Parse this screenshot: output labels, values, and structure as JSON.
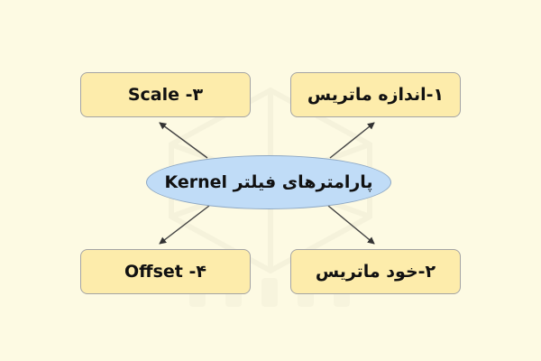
{
  "diagram": {
    "center_label": "پارامترهای فیلتر Kernel",
    "nodes": [
      {
        "id": "n1",
        "label": "۱-اندازه ماتریس"
      },
      {
        "id": "n2",
        "label": "۲-خود ماتریس"
      },
      {
        "id": "n3",
        "label": "Scale -۳"
      },
      {
        "id": "n4",
        "label": "Offset -۴"
      }
    ],
    "edges": [
      {
        "from": "center",
        "to": "n1"
      },
      {
        "from": "center",
        "to": "n2"
      },
      {
        "from": "center",
        "to": "n3"
      },
      {
        "from": "center",
        "to": "n4"
      }
    ]
  },
  "colors": {
    "background": "#fdfae3",
    "node_fill": "#fdecab",
    "node_border": "#a4a4a4",
    "center_fill": "#c0dcf7",
    "edge": "#333333"
  }
}
